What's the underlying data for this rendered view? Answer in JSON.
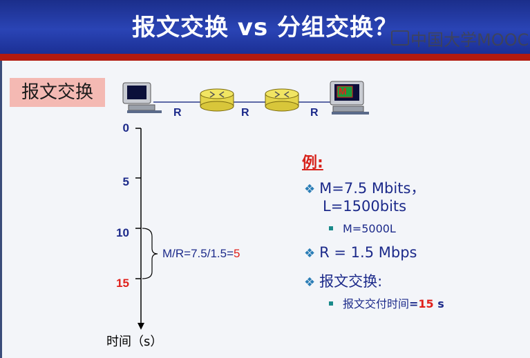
{
  "header": {
    "title": "报文交换 vs 分组交换？"
  },
  "watermark": {
    "text": "中国大学MOOC"
  },
  "badge": {
    "label": "报文交换"
  },
  "network": {
    "link_labels": [
      "R",
      "R",
      "R"
    ],
    "host_badge": "M"
  },
  "timeline": {
    "ticks": [
      "0",
      "5",
      "10",
      "15"
    ],
    "axis_title": "时间（s）",
    "formula_prefix": "M/R=7.5/1.5=",
    "formula_result": "5"
  },
  "example": {
    "title": "例:",
    "bullet1_line1": "M=7.5 Mbits，",
    "bullet1_line2": "L=1500bits",
    "sub1": "M=5000L",
    "bullet2": "R = 1.5 Mbps",
    "bullet3": "报文交换:",
    "sub2_prefix": "报文交付时间",
    "sub2_eq": "=",
    "sub2_value": "15",
    "sub2_unit": " s"
  },
  "colors": {
    "header": "#1b2e8a",
    "accent_red": "#e0201b",
    "text_blue": "#1c2a8a",
    "badge_bg": "#f4b9b3"
  }
}
